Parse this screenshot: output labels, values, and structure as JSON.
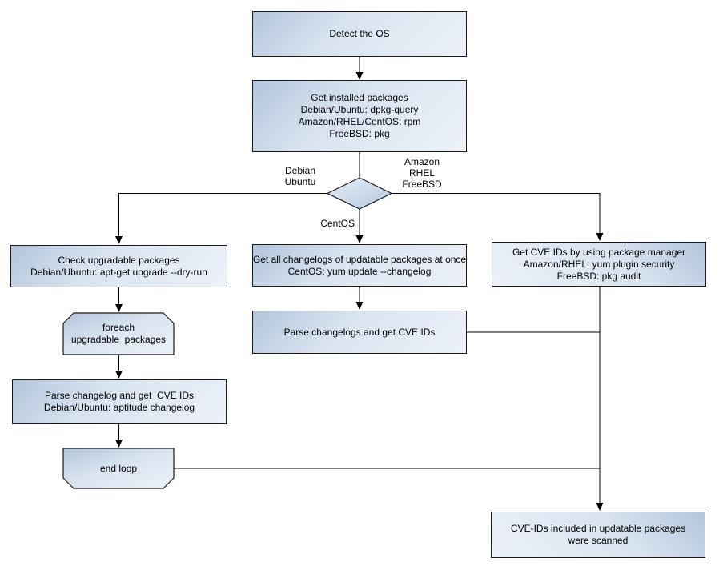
{
  "colors": {
    "background": "#ffffff",
    "node_border": "#1a1a1a",
    "node_fill_dark": "#b2c5dc",
    "node_fill_light": "#edf2f8",
    "connector": "#000000"
  },
  "nodes": {
    "detect_os": {
      "label": "Detect the OS"
    },
    "get_installed_packages": {
      "label": "Get installed packages\nDebian/Ubuntu: dpkg-query\nAmazon/RHEL/CentOS: rpm\nFreeBSD: pkg"
    },
    "os_decision": {
      "shape": "diamond"
    },
    "check_upgradable_packages": {
      "label": "Check upgradable packages\nDebian/Ubuntu: apt-get upgrade --dry-run"
    },
    "foreach_loop_start": {
      "label": "foreach\nupgradable  packages"
    },
    "parse_changelog": {
      "label": "Parse changelog and get  CVE IDs\nDebian/Ubuntu: aptitude changelog"
    },
    "end_loop": {
      "label": "end loop"
    },
    "get_all_changelogs": {
      "label": "Get all changelogs of updatable packages at once\nCentOS: yum update --changelog"
    },
    "parse_changelogs": {
      "label": "Parse changelogs and get CVE IDs"
    },
    "get_cve_ids_package_manager": {
      "label": "Get CVE IDs by using package manager\nAmazon/RHEL: yum plugin security\nFreeBSD: pkg audit"
    },
    "cve_ids_scanned": {
      "label": "CVE-IDs included in updatable packages\nwere scanned"
    }
  },
  "edge_labels": {
    "debian_ubuntu": "Debian\nUbuntu",
    "amazon_rhel_freebsd": "Amazon\nRHEL\nFreeBSD",
    "centos": "CentOS"
  }
}
